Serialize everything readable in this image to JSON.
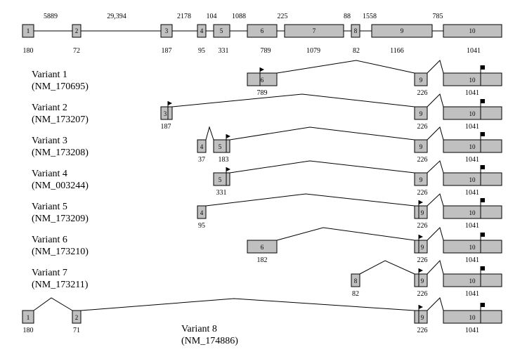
{
  "gene_model": {
    "exons": [
      {
        "label": "1",
        "length": "180"
      },
      {
        "label": "2",
        "length": "72"
      },
      {
        "label": "3",
        "length": "187"
      },
      {
        "label": "4",
        "length": "95"
      },
      {
        "label": "5",
        "length": "331"
      },
      {
        "label": "6",
        "length": "789"
      },
      {
        "label": "7",
        "length": "1079"
      },
      {
        "label": "8",
        "length": "82"
      },
      {
        "label": "9",
        "length": "1166"
      },
      {
        "label": "10",
        "length": "1041"
      }
    ],
    "introns": [
      "5889",
      "29,394",
      "2178",
      "104",
      "1088",
      "225",
      "88",
      "1558",
      "785"
    ]
  },
  "variants": [
    {
      "name": "Variant 1",
      "accession": "(NM_170695)",
      "exons": [
        {
          "label": "6",
          "length": "789"
        },
        {
          "label": "9",
          "length": "226"
        },
        {
          "label": "10",
          "length": "1041"
        }
      ]
    },
    {
      "name": "Variant 2",
      "accession": "(NM_173207)",
      "exons": [
        {
          "label": "3",
          "length": "187"
        },
        {
          "label": "9",
          "length": "226"
        },
        {
          "label": "10",
          "length": "1041"
        }
      ]
    },
    {
      "name": "Variant 3",
      "accession": "(NM_173208)",
      "exons": [
        {
          "label": "4",
          "length": "37"
        },
        {
          "label": "5",
          "length": "183"
        },
        {
          "label": "9",
          "length": "226"
        },
        {
          "label": "10",
          "length": "1041"
        }
      ]
    },
    {
      "name": "Variant 4",
      "accession": "(NM_003244)",
      "exons": [
        {
          "label": "5",
          "length": "331"
        },
        {
          "label": "9",
          "length": "226"
        },
        {
          "label": "10",
          "length": "1041"
        }
      ]
    },
    {
      "name": "Variant 5",
      "accession": "(NM_173209)",
      "exons": [
        {
          "label": "4",
          "length": "95"
        },
        {
          "label": "9",
          "length": "226"
        },
        {
          "label": "10",
          "length": "1041"
        }
      ]
    },
    {
      "name": "Variant 6",
      "accession": "(NM_173210)",
      "exons": [
        {
          "label": "6",
          "length": "182"
        },
        {
          "label": "9",
          "length": "226"
        },
        {
          "label": "10",
          "length": "1041"
        }
      ]
    },
    {
      "name": "Variant 7",
      "accession": "(NM_173211)",
      "exons": [
        {
          "label": "8",
          "length": "82"
        },
        {
          "label": "9",
          "length": "226"
        },
        {
          "label": "10",
          "length": "1041"
        }
      ]
    },
    {
      "name": "Variant 8",
      "accession": "(NM_174886)",
      "exons": [
        {
          "label": "1",
          "length": "180"
        },
        {
          "label": "2",
          "length": "71"
        },
        {
          "label": "9",
          "length": "226"
        },
        {
          "label": "10",
          "length": "1041"
        }
      ]
    }
  ]
}
